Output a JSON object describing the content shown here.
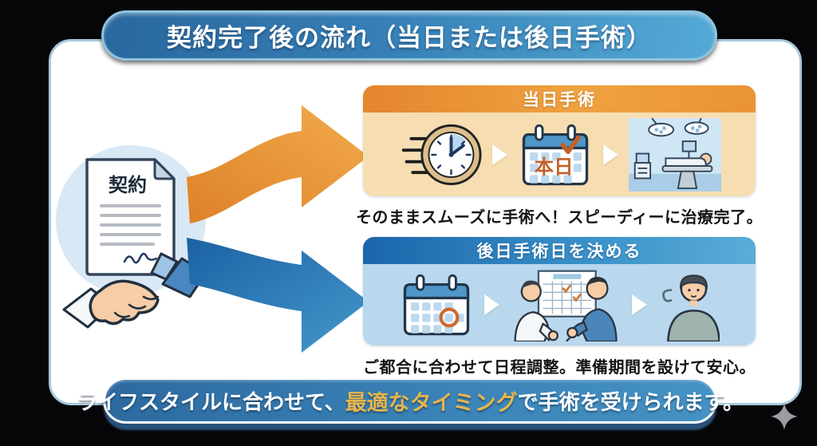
{
  "title": "契約完了後の流れ（当日または後日手術）",
  "contract_doc": {
    "title": "契約"
  },
  "flows": {
    "same_day": {
      "header": "当日手術",
      "calendar_label": "本日",
      "caption": "そのままスムーズに手術へ！スピーディーに治療完了。",
      "icons": [
        "speed-clock-icon",
        "today-calendar-icon",
        "operating-room-icon"
      ]
    },
    "later_day": {
      "header": "後日手術日を決める",
      "caption": "ご都合に合わせて日程調整。準備期間を設けて安心。",
      "icons": [
        "date-calendar-icon",
        "schedule-discussion-icon",
        "relieved-person-icon"
      ]
    }
  },
  "footer": {
    "pre": "ライフスタイルに合わせて、",
    "highlight": "最適なタイミング",
    "post": "で手術を受けられます。"
  },
  "colors": {
    "same_day_accent": "#E8923A",
    "same_day_body": "#F6DEB2",
    "later_day_accent": "#2F79B3",
    "later_day_body": "#B9D8EE",
    "banner_blue": "#3A85BC",
    "highlight_gold": "#E6B54D",
    "card_border": "#A7C9DD",
    "background": "#060608"
  }
}
